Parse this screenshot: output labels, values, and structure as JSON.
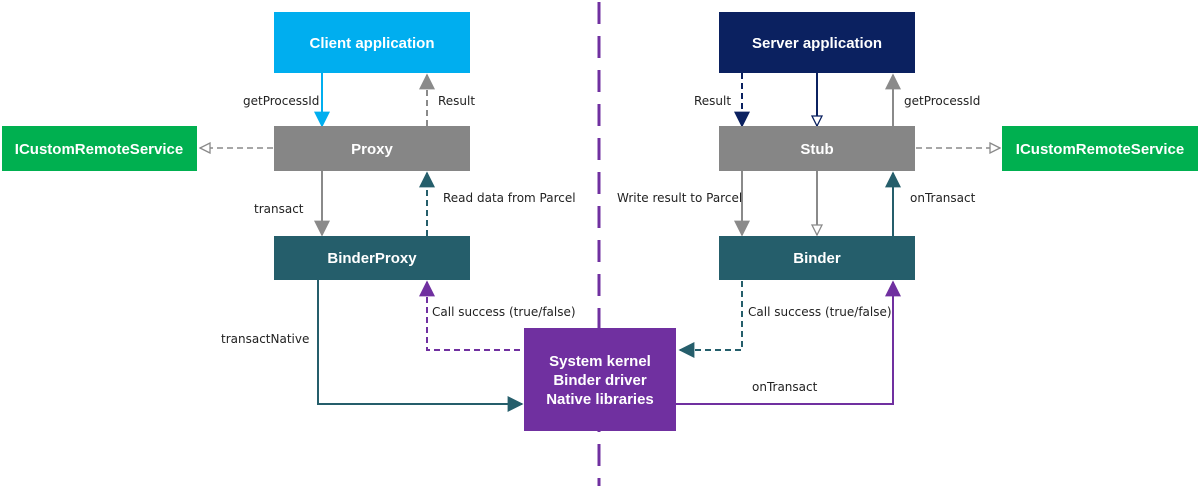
{
  "colors": {
    "client": "#00AEEF",
    "server": "#0B2160",
    "proxy_stub": "#868686",
    "binder": "#255E6B",
    "service": "#00B050",
    "kernel": "#7030A0",
    "divider": "#7030A0",
    "grey_arrow": "#8A8A8A"
  },
  "boxes": {
    "client": "Client application",
    "server": "Server application",
    "proxy": "Proxy",
    "stub": "Stub",
    "binder_proxy": "BinderProxy",
    "binder": "Binder",
    "service_left": "ICustomRemoteService",
    "service_right": "ICustomRemoteService",
    "kernel": [
      "System kernel",
      "Binder driver",
      "Native libraries"
    ]
  },
  "labels": {
    "get_process_id_left": "getProcessId",
    "result_left": "Result",
    "transact": "transact",
    "read_data": "Read data from Parcel",
    "transact_native": "transactNative",
    "call_success_left": "Call success  (true/false)",
    "result_right": "Result",
    "get_process_id_right": "getProcessId",
    "write_result": "Write result to Parcel",
    "on_transact_right": "onTransact",
    "call_success_right": "Call success  (true/false)",
    "on_transact_bottom": "onTransact"
  }
}
